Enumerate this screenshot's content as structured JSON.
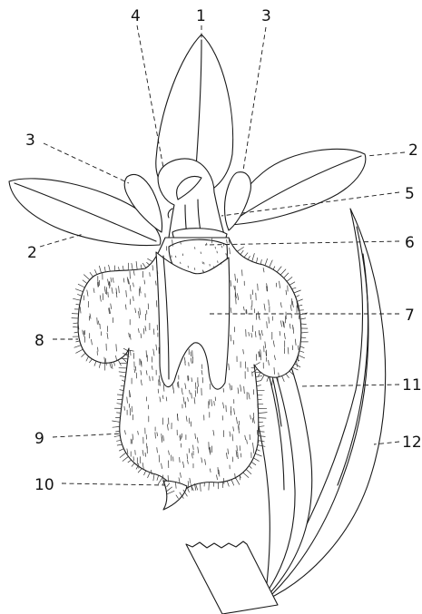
{
  "labels": {
    "l1": "1",
    "l2a": "2",
    "l2b": "2",
    "l3a": "3",
    "l3b": "3",
    "l4": "4",
    "l5": "5",
    "l6": "6",
    "l7": "7",
    "l8": "8",
    "l9": "9",
    "l10": "10",
    "l11": "11",
    "l12": "12"
  },
  "colors": {
    "ink": "#1a1a1a",
    "paper": "#ffffff"
  }
}
